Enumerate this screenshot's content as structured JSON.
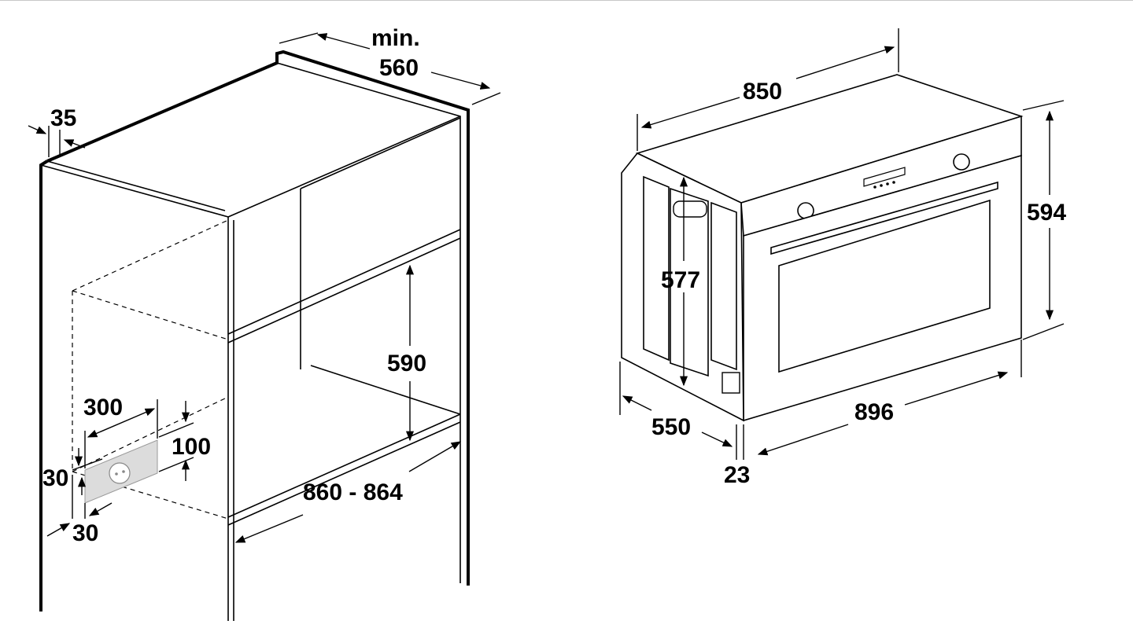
{
  "cabinet": {
    "min_label": "min.",
    "top_width": "560",
    "side_thickness": "35",
    "niche_height": "590",
    "niche_width": "860 - 864",
    "socket_width": "300",
    "socket_height": "100",
    "socket_left_offset": "30",
    "socket_bottom_offset": "30"
  },
  "oven": {
    "depth_total": "850",
    "height": "594",
    "inner_height": "577",
    "width": "896",
    "body_depth": "550",
    "front_thickness": "23"
  }
}
